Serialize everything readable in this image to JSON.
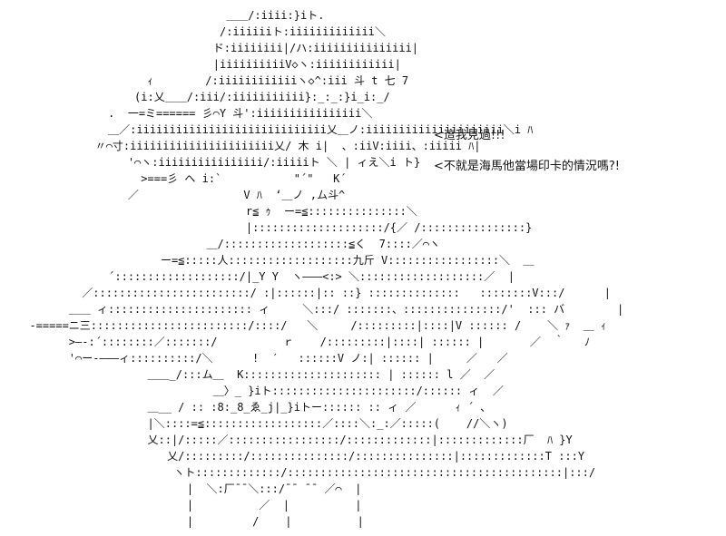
{
  "art": {
    "lines": [
      "                                ＿＿/:iiii:}iト.",
      "                               /:iiiiiiト:iiiiiiiiiiiii＼",
      "                              ド:iiiiiiii|/ハ:iiiiiiiiiiiiiii|",
      "                              |iiiiiiiiiiV◇ヽ:iiiiiiiiiiii|",
      "                    ｨ        /:iiiiiiiiiiiiヽ◇^:iii 斗 t 七 7",
      "                  (i:乂＿＿/:iii/:iiiiiiiiiii}:_:_:}i_i:_/",
      "              .  一=ミ====== 彡⌒Y 斗':iiiiiiiiiiiiiiii＼",
      "              ＿／:iiiiiiiiiiiiiiiiiiiiiiiiiiiii乂＿ノ:iiiiiiiiiiiiiiiiiiiii＼i ﾊ",
      "            〃⌒寸:iiiiiiiiiiiiiiiiiiiiii乂/ 木 i|  、:iiV:iiii、:iiiii ﾊ|",
      "                 '⌒ヽ:iiiiiiiiiiiiiiii/:iiiiiト ＼ | ィえ＼i ト}",
      "                   >===彡 ヘ i:`           \"´\"   K´",
      "                 ／                V ﾊ  ‘＿ノ ,ム斗^",
      "                                   r≦ ｩ  ー=≦:::::::::::::::＼",
      "                                   |::::::::::::::::::::/{／ /::::::::::::::::}",
      "                             ＿/:::::::::::::::::::≦く  7::::／⌒ヽ",
      "                      ー=≦:::::人:::::::::::::::::::九斤 V:::::::::::::::::＼  ＿",
      "              ´:::::::::::::::::::/|_Y Y  ヽ―――<:> ＼:::::::::::::::::::／  |",
      "          ／::::::::::::::::::::::::/ :|::::::|:: ::} ::::::::::::::   ::::::::V:::/      |",
      "        ＿＿ ィ:::::::::::::::::::::: ィ     ＼:::/ :::::::、:::::::::::::::/'  ::: バ        |",
      "  -=====ニ三::::::::::::::::::::::::/::::/   ＼     /:::::::::|::::|V :::::: /    ＼ ｧ  ＿ ｨ",
      "        >―-:´::::::::／:::::::/          ｒ    /:::::::::|::::| :::::: |       ／  ｀   ﾉ",
      "        '⌒ー‐―――ィ::::::::::/＼      !  ′   ::::::V ノ:| :::::: |     ／   ／",
      "                    ＿＿_/:::ム＿  K::::::::::::::::::::: | :::::: l ／  ／",
      "                              ＿〉_ }iト::::::::::::::::::::::/:::::: ィ  ／",
      "                    ＿__ / :: :8:_8_ゑ_j|_}iトー:::::: :: ィ ／      ｨ ´ ､",
      "                    |＼::::=≦::::::::::::::::::／::::＼:_:／:::::(    //＼ヽ)",
      "                    乂::|/:::::／:::::::::::::::::/:::::::::::::|:::::::::::::厂  ﾊ }Y",
      "                       乂/:::::::::/:::::::::::::::/:::::::::::::::|:::::::::::::T :::Y",
      "                        ヽト:::::::::::::/::::::::::::::::::::::::::::::::::::::::::|:::/",
      "                          |  ＼:厂¯¯＼:::/¯¯ ¯¯ ／⌒  |",
      "                          |          ／  |          |",
      "                          |         /    |          |"
    ]
  },
  "dialog": {
    "line1": "<這我見過!!!",
    "line2": "<不就是海馬他當場印卡的情況嗎?!"
  }
}
